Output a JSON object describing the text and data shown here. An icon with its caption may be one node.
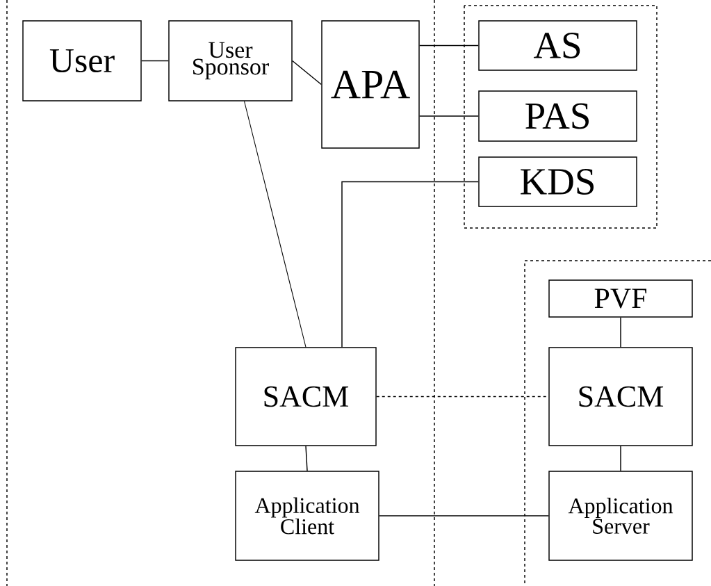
{
  "diagram": {
    "nodes": [
      {
        "text": [
          "User"
        ]
      },
      {
        "text": [
          "User Sponsor"
        ]
      },
      {
        "text": [
          "APA"
        ]
      },
      {
        "text": [
          "AS"
        ]
      },
      {
        "text": [
          "PAS"
        ]
      },
      {
        "text": [
          "KDS"
        ]
      },
      {
        "text": [
          "PVF"
        ]
      },
      {
        "text": [
          "SACM"
        ]
      },
      {
        "text": [
          "SACM"
        ]
      },
      {
        "text": [
          "Application Client"
        ]
      },
      {
        "text": [
          "Application Server"
        ]
      }
    ],
    "edges": [
      {
        "from": 0,
        "to": 1,
        "arrow": "none"
      },
      {
        "from": 1,
        "to": 2,
        "arrow": "none"
      },
      {
        "from": 2,
        "to": 3,
        "arrow": "none"
      },
      {
        "from": 2,
        "to": 4,
        "arrow": "none"
      },
      {
        "from": 5,
        "to": 7,
        "arrow": "none"
      },
      {
        "from": 1,
        "to": 7,
        "arrow": "none"
      },
      {
        "from": 7,
        "to": 8,
        "arrow": "none",
        "style": "dashed"
      },
      {
        "from": 7,
        "to": 9,
        "arrow": "none"
      },
      {
        "from": 6,
        "to": 8,
        "arrow": "none"
      },
      {
        "from": 8,
        "to": 10,
        "arrow": "none"
      },
      {
        "from": 9,
        "to": 10,
        "arrow": "none"
      }
    ]
  }
}
